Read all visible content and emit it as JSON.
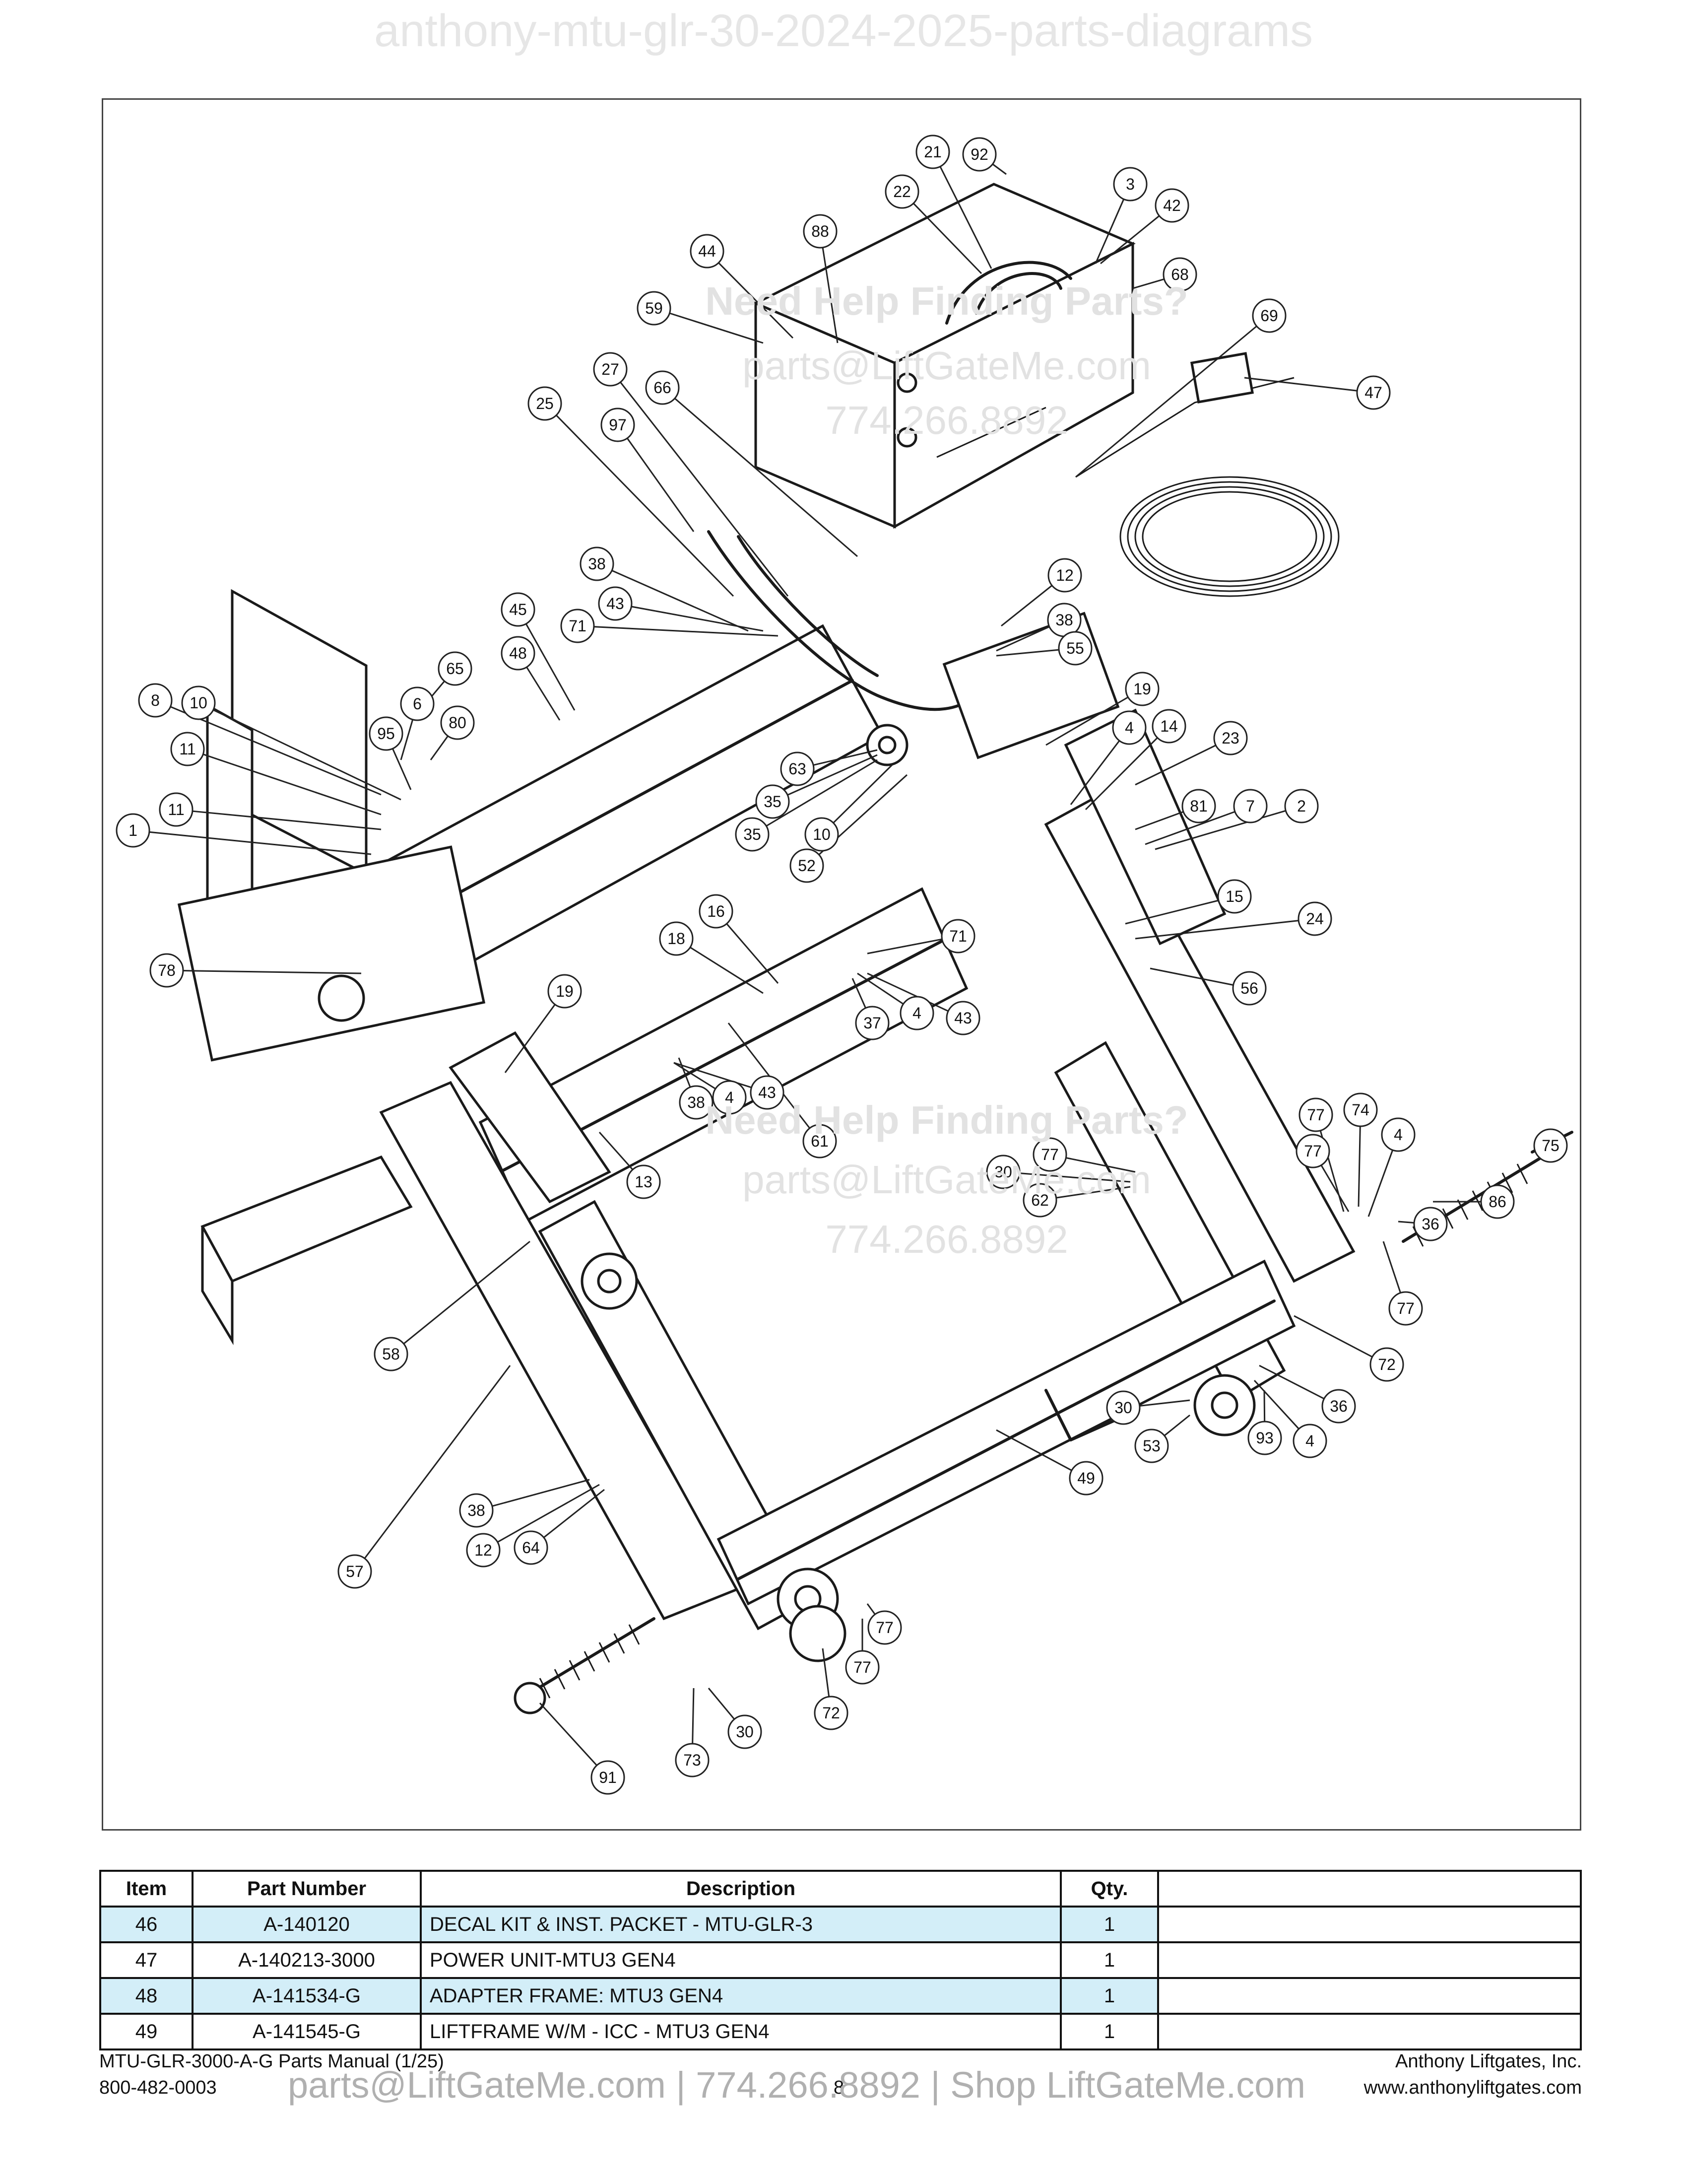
{
  "watermark_top": "anthony-mtu-glr-30-2024-2025-parts-diagrams",
  "watermark": {
    "line1": "Need Help Finding Parts?",
    "line2": "parts@LiftGateMe.com",
    "line3": "774.266.8892"
  },
  "callouts": [
    {
      "label": "21"
    },
    {
      "label": "92"
    },
    {
      "label": "3"
    },
    {
      "label": "42"
    },
    {
      "label": "22"
    },
    {
      "label": "88"
    },
    {
      "label": "44"
    },
    {
      "label": "68"
    },
    {
      "label": "69"
    },
    {
      "label": "59"
    },
    {
      "label": "27"
    },
    {
      "label": "66"
    },
    {
      "label": "25"
    },
    {
      "label": "97"
    },
    {
      "label": "47"
    },
    {
      "label": "38"
    },
    {
      "label": "43"
    },
    {
      "label": "71"
    },
    {
      "label": "45"
    },
    {
      "label": "48"
    },
    {
      "label": "12"
    },
    {
      "label": "38"
    },
    {
      "label": "55"
    },
    {
      "label": "65"
    },
    {
      "label": "8"
    },
    {
      "label": "10"
    },
    {
      "label": "6"
    },
    {
      "label": "95"
    },
    {
      "label": "80"
    },
    {
      "label": "11"
    },
    {
      "label": "19"
    },
    {
      "label": "4"
    },
    {
      "label": "14"
    },
    {
      "label": "23"
    },
    {
      "label": "63"
    },
    {
      "label": "35"
    },
    {
      "label": "11"
    },
    {
      "label": "1"
    },
    {
      "label": "35"
    },
    {
      "label": "10"
    },
    {
      "label": "52"
    },
    {
      "label": "81"
    },
    {
      "label": "7"
    },
    {
      "label": "2"
    },
    {
      "label": "15"
    },
    {
      "label": "24"
    },
    {
      "label": "16"
    },
    {
      "label": "18"
    },
    {
      "label": "71"
    },
    {
      "label": "56"
    },
    {
      "label": "78"
    },
    {
      "label": "19"
    },
    {
      "label": "37"
    },
    {
      "label": "4"
    },
    {
      "label": "43"
    },
    {
      "label": "4"
    },
    {
      "label": "43"
    },
    {
      "label": "38"
    },
    {
      "label": "61"
    },
    {
      "label": "77"
    },
    {
      "label": "74"
    },
    {
      "label": "4"
    },
    {
      "label": "75"
    },
    {
      "label": "77"
    },
    {
      "label": "77"
    },
    {
      "label": "30"
    },
    {
      "label": "62"
    },
    {
      "label": "13"
    },
    {
      "label": "86"
    },
    {
      "label": "36"
    },
    {
      "label": "77"
    },
    {
      "label": "58"
    },
    {
      "label": "72"
    },
    {
      "label": "30"
    },
    {
      "label": "36"
    },
    {
      "label": "53"
    },
    {
      "label": "93"
    },
    {
      "label": "4"
    },
    {
      "label": "49"
    },
    {
      "label": "38"
    },
    {
      "label": "12"
    },
    {
      "label": "64"
    },
    {
      "label": "57"
    },
    {
      "label": "77"
    },
    {
      "label": "77"
    },
    {
      "label": "72"
    },
    {
      "label": "30"
    },
    {
      "label": "91"
    },
    {
      "label": "73"
    }
  ],
  "table": {
    "headers": [
      "Item",
      "Part Number",
      "Description",
      "Qty.",
      ""
    ],
    "rows": [
      {
        "item": "46",
        "part": "A-140120",
        "desc": "DECAL KIT & INST. PACKET - MTU-GLR-3",
        "qty": "1"
      },
      {
        "item": "47",
        "part": "A-140213-3000",
        "desc": "POWER UNIT-MTU3 GEN4",
        "qty": "1"
      },
      {
        "item": "48",
        "part": "A-141534-G",
        "desc": "ADAPTER FRAME: MTU3 GEN4",
        "qty": "1"
      },
      {
        "item": "49",
        "part": "A-141545-G",
        "desc": "LIFTFRAME W/M - ICC - MTU3 GEN4",
        "qty": "1"
      }
    ]
  },
  "footer": {
    "manual": "MTU-GLR-3000-A-G Parts Manual (1/25)",
    "phone": "800-482-0003",
    "page": "8",
    "company": "Anthony Liftgates, Inc.",
    "website": "www.anthonyliftgates.com",
    "contact": "parts@LiftGateMe.com | 774.266.8892 | Shop LiftGateMe.com"
  },
  "colors": {
    "row_highlight": "#d3eef8",
    "border": "#111111",
    "watermark": "#e2e2e2"
  }
}
